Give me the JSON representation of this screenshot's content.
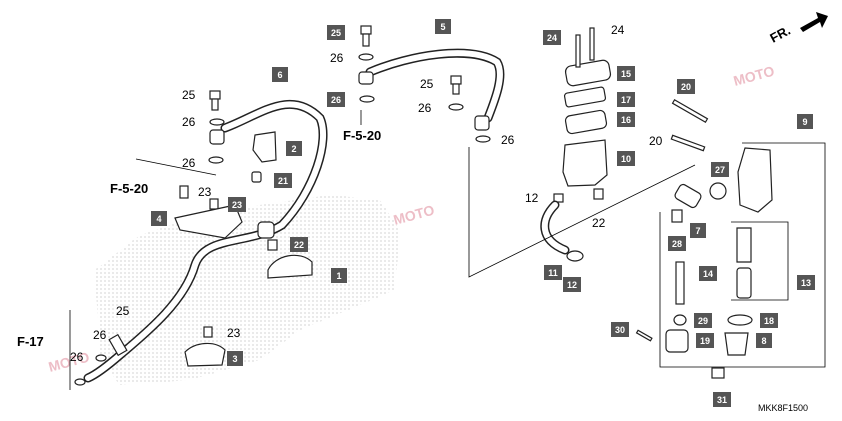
{
  "diagram": {
    "code": "MKK8F1500",
    "direction_label": "FR.",
    "ref_labels": {
      "top": "F-5-20",
      "left": "F-5-20",
      "bottom_left": "F-17"
    },
    "part_boxes": [
      {
        "id": "box-1",
        "num": "1"
      },
      {
        "id": "box-2",
        "num": "2"
      },
      {
        "id": "box-3",
        "num": "3"
      },
      {
        "id": "box-4",
        "num": "4"
      },
      {
        "id": "box-5",
        "num": "5"
      },
      {
        "id": "box-6",
        "num": "6"
      },
      {
        "id": "box-7",
        "num": "7"
      },
      {
        "id": "box-8",
        "num": "8"
      },
      {
        "id": "box-9",
        "num": "9"
      },
      {
        "id": "box-10",
        "num": "10"
      },
      {
        "id": "box-11",
        "num": "11"
      },
      {
        "id": "box-12b",
        "num": "12"
      },
      {
        "id": "box-13",
        "num": "13"
      },
      {
        "id": "box-14",
        "num": "14"
      },
      {
        "id": "box-15",
        "num": "15"
      },
      {
        "id": "box-16",
        "num": "16"
      },
      {
        "id": "box-17",
        "num": "17"
      },
      {
        "id": "box-18",
        "num": "18"
      },
      {
        "id": "box-19",
        "num": "19"
      },
      {
        "id": "box-20",
        "num": "20"
      },
      {
        "id": "box-21",
        "num": "21"
      },
      {
        "id": "box-22",
        "num": "22"
      },
      {
        "id": "box-23",
        "num": "23"
      },
      {
        "id": "box-24",
        "num": "24"
      },
      {
        "id": "box-25",
        "num": "25"
      },
      {
        "id": "box-26",
        "num": "26"
      },
      {
        "id": "box-27",
        "num": "27"
      },
      {
        "id": "box-28",
        "num": "28"
      },
      {
        "id": "box-29",
        "num": "29"
      },
      {
        "id": "box-30",
        "num": "30"
      },
      {
        "id": "box-31",
        "num": "31"
      }
    ],
    "callouts": [
      {
        "id": "c-24",
        "num": "24"
      },
      {
        "id": "c-26a",
        "num": "26"
      },
      {
        "id": "c-25a",
        "num": "25"
      },
      {
        "id": "c-26b",
        "num": "26"
      },
      {
        "id": "c-26c",
        "num": "26"
      },
      {
        "id": "c-25b",
        "num": "25"
      },
      {
        "id": "c-26d",
        "num": "26"
      },
      {
        "id": "c-26e",
        "num": "26"
      },
      {
        "id": "c-23a",
        "num": "23"
      },
      {
        "id": "c-12",
        "num": "12"
      },
      {
        "id": "c-22",
        "num": "22"
      },
      {
        "id": "c-20",
        "num": "20"
      },
      {
        "id": "c-25c",
        "num": "25"
      },
      {
        "id": "c-26f",
        "num": "26"
      },
      {
        "id": "c-26g",
        "num": "26"
      },
      {
        "id": "c-23b",
        "num": "23"
      }
    ],
    "watermark_text": "MOTO"
  }
}
